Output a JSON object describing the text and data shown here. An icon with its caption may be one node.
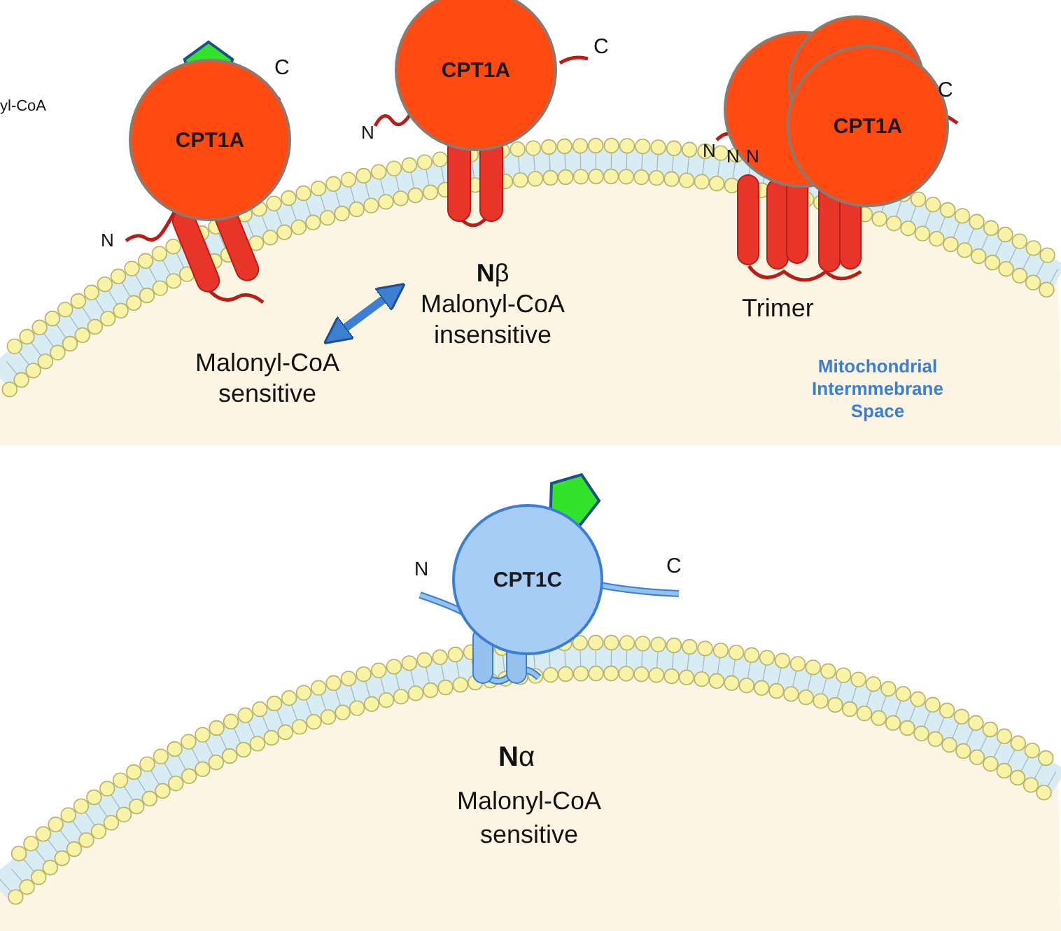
{
  "diagram": {
    "nodes": [
      {
        "text": [
          "CPT1A"
        ]
      },
      {
        "text": [
          "CPT1A"
        ]
      },
      {
        "text": [
          "CPT1A"
        ]
      },
      {
        "text": [
          "Malonyl-CoA sensitive"
        ]
      },
      {
        "text": [
          "**N**β",
          "Malonyl-CoA insensitive"
        ]
      },
      {
        "text": [
          "CPT1C"
        ]
      }
    ],
    "edges": [
      {
        "from": 3,
        "to": 4,
        "arrow": "both"
      }
    ],
    "labels": [
      "yl-CoA",
      "C",
      "C",
      "C",
      "N",
      "N",
      "N",
      "N",
      "N",
      "Trimer",
      "Mitochondrial Intermmebrane Space",
      "N",
      "C",
      "**N**α",
      "Malonyl-CoA sensitive"
    ]
  }
}
